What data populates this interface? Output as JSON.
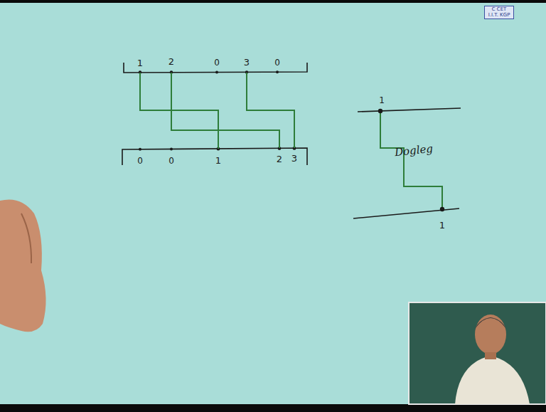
{
  "diagram": {
    "nodes": [
      {
        "text": [
          "C CET I.I.T. KGP"
        ]
      }
    ],
    "labels": [
      "1",
      "2",
      "0",
      "3",
      "0",
      "0",
      "0",
      "1",
      "2",
      "3",
      "1",
      "Dogleg",
      "1"
    ]
  }
}
